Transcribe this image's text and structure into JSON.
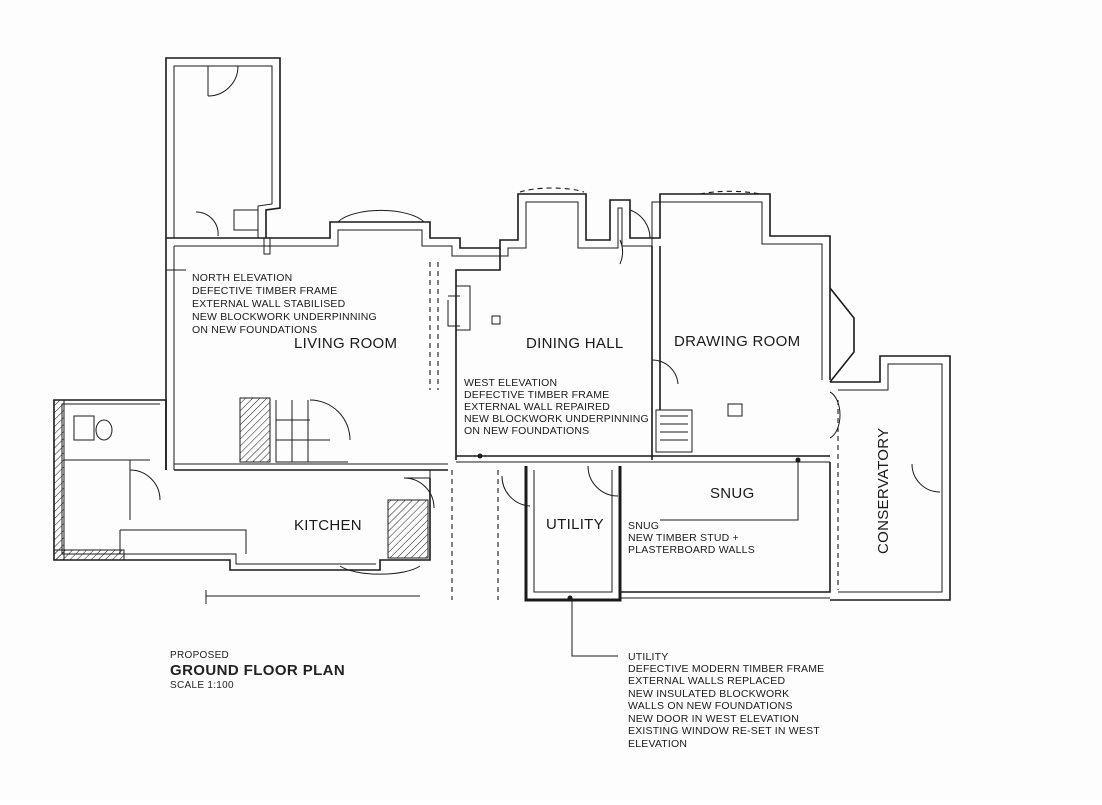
{
  "title_block": {
    "status": "PROPOSED",
    "title": "GROUND FLOOR PLAN",
    "scale": "SCALE 1:100"
  },
  "rooms": {
    "living_room": "LIVING ROOM",
    "dining_hall": "DINING HALL",
    "drawing_room": "DRAWING ROOM",
    "kitchen": "KITCHEN",
    "utility": "UTILITY",
    "snug": "SNUG",
    "conservatory": "CONSERVATORY"
  },
  "notes": {
    "north": [
      "NORTH ELEVATION",
      "DEFECTIVE TIMBER FRAME",
      "EXTERNAL WALL STABILISED",
      "NEW BLOCKWORK UNDERPINNING",
      "ON NEW FOUNDATIONS"
    ],
    "west": [
      "WEST ELEVATION",
      "DEFECTIVE TIMBER FRAME",
      "EXTERNAL WALL REPAIRED",
      "NEW BLOCKWORK UNDERPINNING",
      "ON NEW FOUNDATIONS"
    ],
    "snug": [
      "SNUG",
      "NEW TIMBER STUD +",
      "PLASTERBOARD WALLS"
    ],
    "utility": [
      "UTILITY",
      "DEFECTIVE MODERN TIMBER FRAME",
      "EXTERNAL WALLS REPLACED",
      "NEW INSULATED BLOCKWORK",
      "WALLS ON NEW FOUNDATIONS",
      "NEW DOOR IN WEST ELEVATION",
      "EXISTING WINDOW RE-SET IN WEST",
      "ELEVATION"
    ]
  }
}
